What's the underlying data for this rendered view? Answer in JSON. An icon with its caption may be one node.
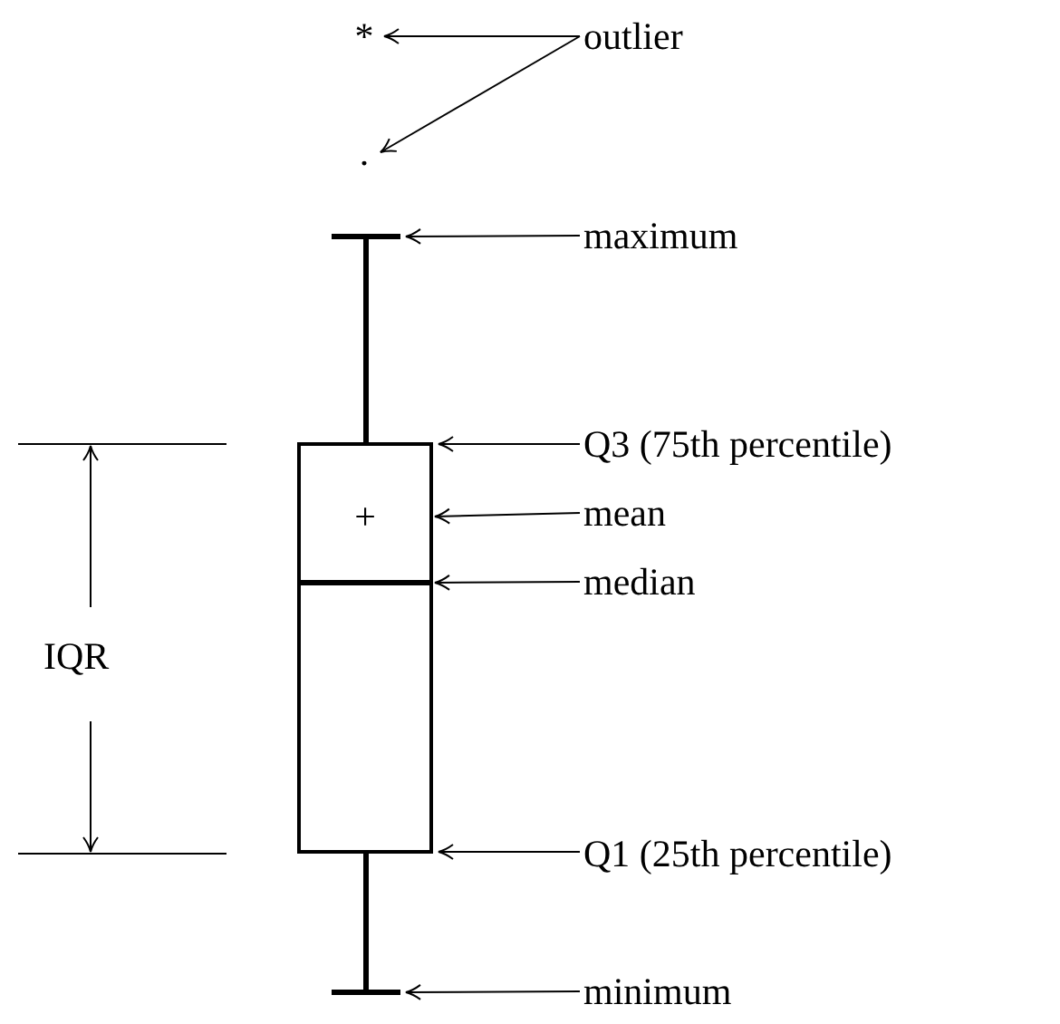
{
  "diagram": {
    "nodes": [
      {
        "text": [
          "*"
        ]
      },
      {
        "text": [
          "outlier"
        ]
      },
      {
        "text": [
          "."
        ]
      },
      {
        "text": [
          "maximum"
        ]
      },
      {
        "text": [],
        "shape": "bar"
      },
      {
        "text": [],
        "shape": "box"
      },
      {
        "text": [
          "Q3 (75th percentile)"
        ]
      },
      {
        "text": [
          "+"
        ],
        "in": 5
      },
      {
        "text": [
          "mean"
        ]
      },
      {
        "text": [],
        "shape": "bar",
        "in": 5
      },
      {
        "text": [
          "median"
        ]
      },
      {
        "text": [
          "Q1 (25th percentile)"
        ]
      },
      {
        "text": [],
        "shape": "bar"
      },
      {
        "text": [
          "minimum"
        ]
      }
    ],
    "edges": [
      {
        "from": 1,
        "to": 0,
        "arrow": "to"
      },
      {
        "from": 1,
        "to": 2,
        "arrow": "to"
      },
      {
        "from": 3,
        "to": 4,
        "arrow": "to"
      },
      {
        "from": 6,
        "to": 5,
        "arrow": "to"
      },
      {
        "from": 8,
        "to": 7,
        "arrow": "to"
      },
      {
        "from": 10,
        "to": 9,
        "arrow": "to"
      },
      {
        "from": 11,
        "to": 5,
        "arrow": "to"
      },
      {
        "from": 13,
        "to": 12,
        "arrow": "to"
      },
      {
        "from": 4,
        "to": 5,
        "arrow": "none",
        "style": "thick"
      },
      {
        "from": 5,
        "to": 12,
        "arrow": "none",
        "style": "thick"
      }
    ],
    "labels": [
      "IQR"
    ]
  }
}
